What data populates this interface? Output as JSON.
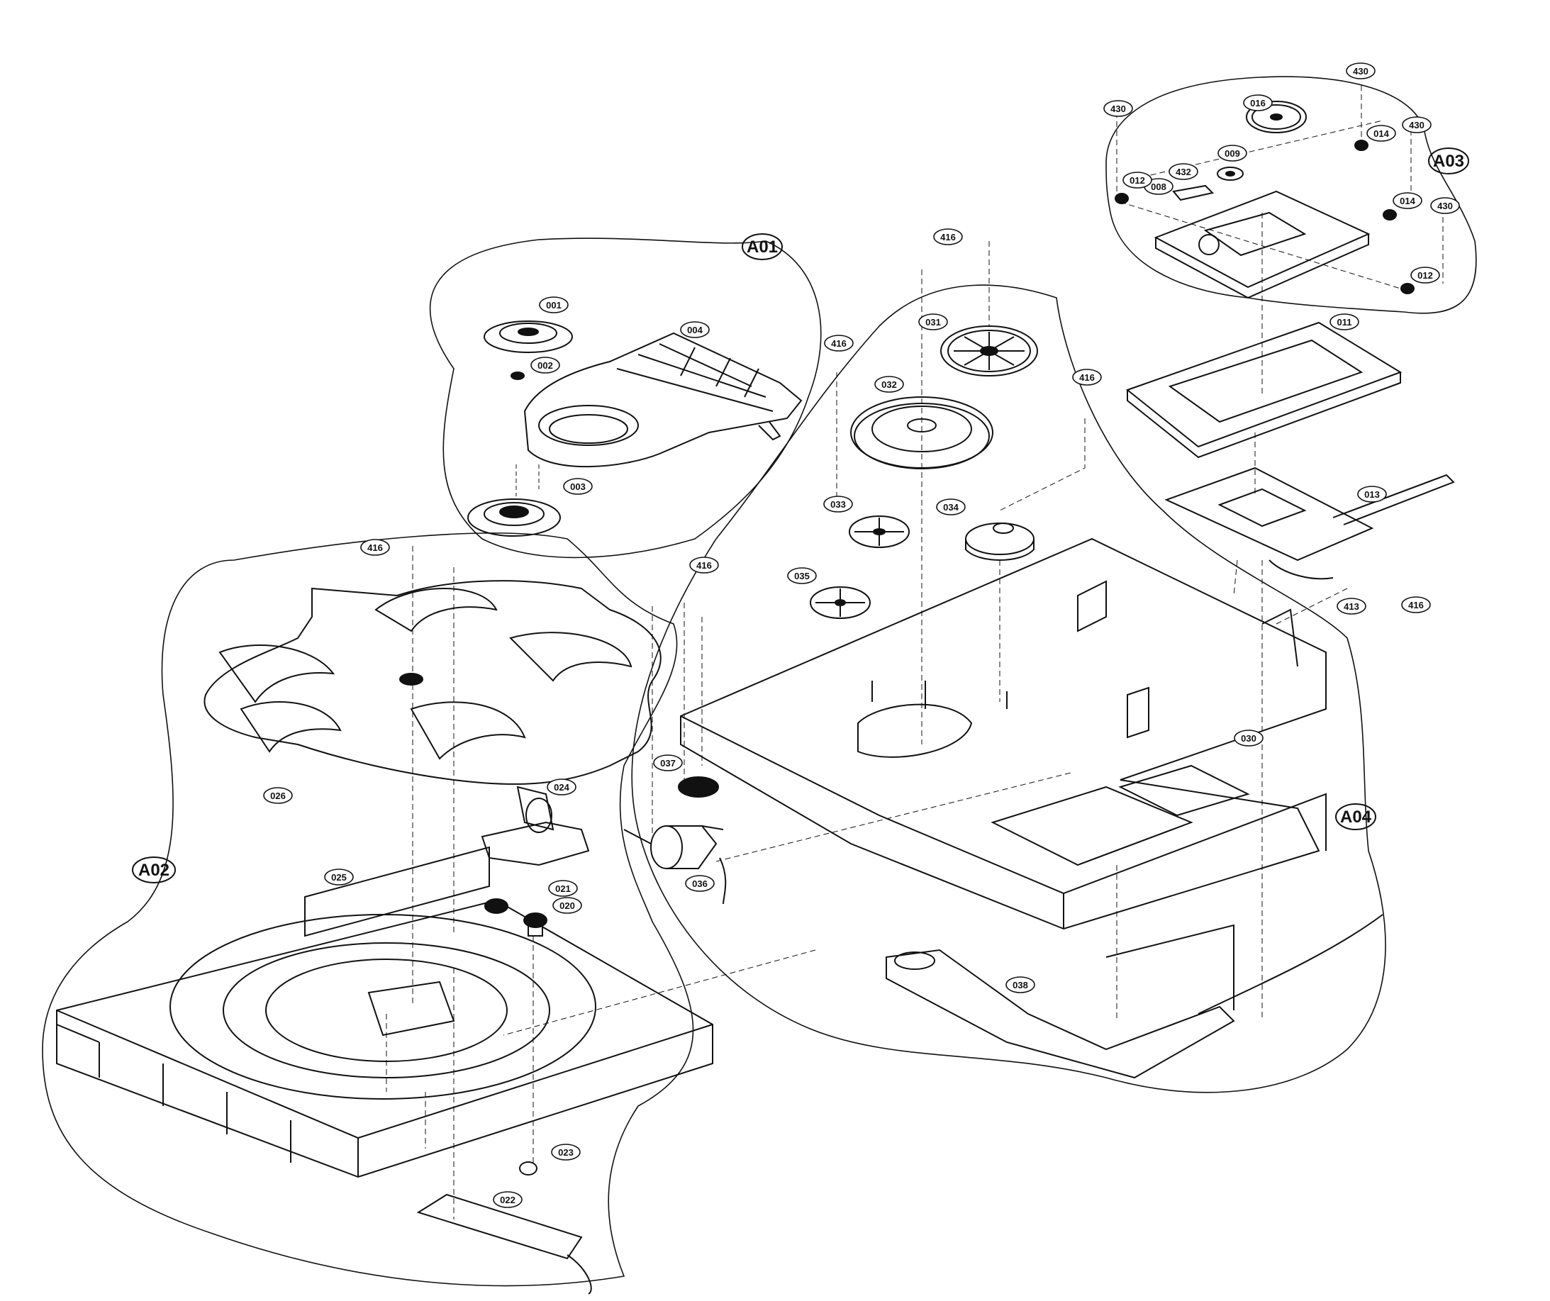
{
  "diagram": {
    "groups": [
      {
        "id": "A01",
        "label": "A01"
      },
      {
        "id": "A02",
        "label": "A02"
      },
      {
        "id": "A03",
        "label": "A03"
      },
      {
        "id": "A04",
        "label": "A04"
      }
    ],
    "part_tags": {
      "p001": "001",
      "p002": "002",
      "p003": "003",
      "p004": "004",
      "p416a": "416",
      "p026": "026",
      "p024": "024",
      "p025": "025",
      "p021": "021",
      "p020": "020",
      "p023": "023",
      "p022": "022",
      "p416b": "416",
      "p416c": "416",
      "p416d": "416",
      "p416e": "416",
      "p031": "031",
      "p032": "032",
      "p033": "033",
      "p034": "034",
      "p035": "035",
      "p037": "037",
      "p036": "036",
      "p030": "030",
      "p038": "038",
      "p430a": "430",
      "p430b": "430",
      "p430c": "430",
      "p430d": "430",
      "p016": "016",
      "p014a": "014",
      "p014b": "014",
      "p009": "009",
      "p432": "432",
      "p008": "008",
      "p012a": "012",
      "p012b": "012",
      "p011": "011",
      "p013": "013",
      "p413": "413",
      "p416f": "416"
    }
  }
}
